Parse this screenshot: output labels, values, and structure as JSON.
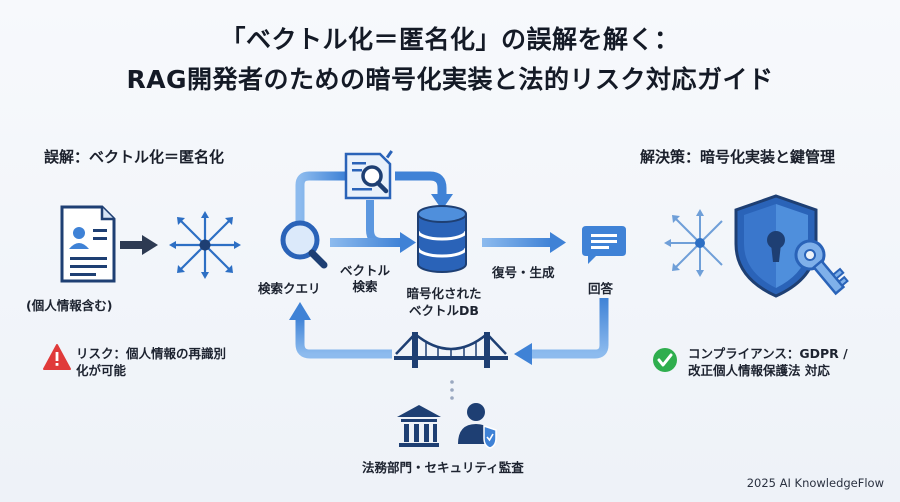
{
  "title": {
    "line1": "「ベクトル化＝匿名化」の誤解を解く：",
    "line2": "RAG開発者のための暗号化実装と法的リスク対応ガイド"
  },
  "left": {
    "heading": "誤解：ベクトル化＝匿名化",
    "doc_label": "(個人情報含む)",
    "risk_text_line1": "リスク：個人情報の再識別",
    "risk_text_line2": "化が可能"
  },
  "center": {
    "query_label": "検索クエリ",
    "vector_search_line1": "ベクトル",
    "vector_search_line2": "検索",
    "db_label_line1": "暗号化された",
    "db_label_line2": "ベクトルDB",
    "decrypt_label": "復号・生成",
    "answer_label": "回答",
    "audit_label": "法務部門・セキュリティ監査"
  },
  "right": {
    "heading": "解決策：暗号化実装と鍵管理",
    "compliance_line1": "コンプライアンス：GDPR /",
    "compliance_line2": "改正個人情報保護法 対応"
  },
  "footer": "2025 AI KnowledgeFlow",
  "colors": {
    "accent_blue": "#3f82d6",
    "light_blue": "#7fb0ea",
    "dark_navy": "#1e3f73",
    "risk_red": "#e03a3a",
    "ok_green": "#2fae4e"
  },
  "icons": [
    "document-icon",
    "vector-burst-icon",
    "magnifier-icon",
    "analysis-doc-icon",
    "database-icon",
    "chat-bubble-icon",
    "bridge-icon",
    "bank-icon",
    "user-shield-icon",
    "shield-lock-icon",
    "key-icon",
    "warning-icon",
    "check-icon"
  ]
}
